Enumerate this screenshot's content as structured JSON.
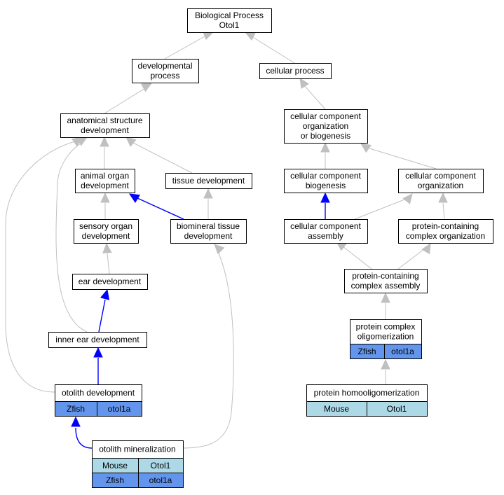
{
  "colors": {
    "zfish_cell": "#6495ed",
    "mouse_cell": "#add8e6",
    "gray_edge": "#c0c0c0",
    "blue_edge": "#0000ff"
  },
  "nodes": {
    "bp": {
      "lines": [
        "Biological Process",
        "Otol1"
      ]
    },
    "dev": {
      "lines": [
        "developmental",
        "process"
      ]
    },
    "cell": {
      "lines": [
        "cellular process"
      ]
    },
    "asd": {
      "lines": [
        "anatomical structure",
        "development"
      ]
    },
    "ccob": {
      "lines": [
        "cellular component",
        "organization",
        "or biogenesis"
      ]
    },
    "aod": {
      "lines": [
        "animal organ",
        "development"
      ]
    },
    "td": {
      "lines": [
        "tissue development"
      ]
    },
    "ccb": {
      "lines": [
        "cellular component",
        "biogenesis"
      ]
    },
    "cco": {
      "lines": [
        "cellular component",
        "organization"
      ]
    },
    "sod": {
      "lines": [
        "sensory organ",
        "development"
      ]
    },
    "btd": {
      "lines": [
        "biomineral tissue",
        "development"
      ]
    },
    "cca": {
      "lines": [
        "cellular component",
        "assembly"
      ]
    },
    "pcco": {
      "lines": [
        "protein-containing",
        "complex organization"
      ]
    },
    "ed": {
      "lines": [
        "ear development"
      ]
    },
    "pcca": {
      "lines": [
        "protein-containing",
        "complex assembly"
      ]
    },
    "ied": {
      "lines": [
        "inner ear development"
      ]
    },
    "pco": {
      "lines": [
        "protein complex",
        "oligomerization"
      ],
      "rows": [
        [
          "Zfish",
          "otol1a"
        ]
      ]
    },
    "od": {
      "lines": [
        "otolith development"
      ],
      "rows": [
        [
          "Zfish",
          "otol1a"
        ]
      ]
    },
    "pho": {
      "lines": [
        "protein homooligomerization"
      ],
      "rows": [
        [
          "Mouse",
          "Otol1"
        ]
      ]
    },
    "om": {
      "lines": [
        "otolith mineralization"
      ],
      "rows": [
        [
          "Mouse",
          "Otol1"
        ],
        [
          "Zfish",
          "otol1a"
        ]
      ]
    }
  }
}
